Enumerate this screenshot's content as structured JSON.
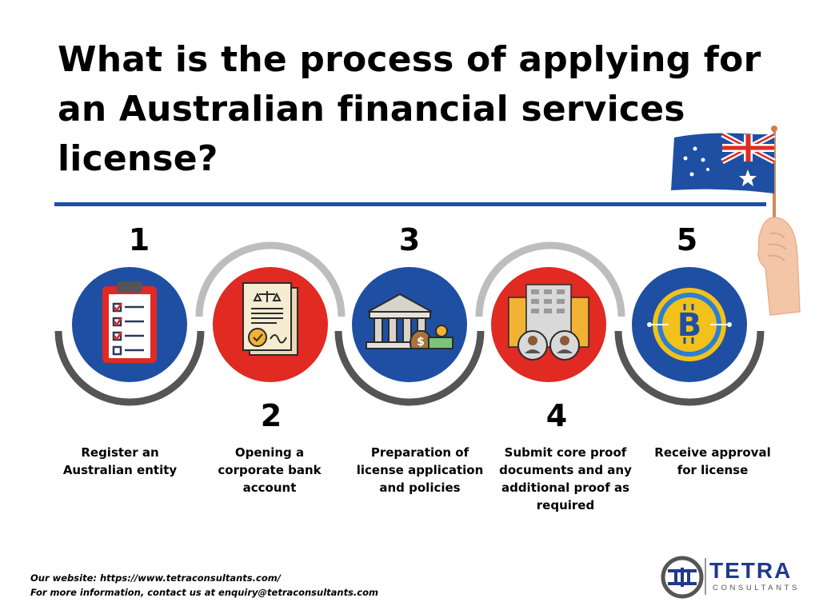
{
  "title": "What is the process of applying for an Australian financial services license?",
  "colors": {
    "blue": "#1f4fa3",
    "red": "#e02a22",
    "ring": "#555555",
    "ring_light": "#bdbdbd"
  },
  "steps": [
    {
      "number": "1",
      "text": "Register an Australian entity",
      "icon": "clipboard-checklist-icon",
      "circle_color": "#1f4fa3"
    },
    {
      "number": "2",
      "text": "Opening a corporate bank account",
      "icon": "legal-document-icon",
      "circle_color": "#e02a22"
    },
    {
      "number": "3",
      "text": "Preparation of license application and policies",
      "icon": "bank-money-icon",
      "circle_color": "#1f4fa3"
    },
    {
      "number": "4",
      "text": "Submit core proof documents and any additional proof as required",
      "icon": "office-people-icon",
      "circle_color": "#e02a22"
    },
    {
      "number": "5",
      "text": "Receive approval for license",
      "icon": "bitcoin-coin-icon",
      "circle_color": "#1f4fa3"
    }
  ],
  "footer": {
    "website": "Our website: https://www.tetraconsultants.com/",
    "contact": "For more information, contact us at enquiry@tetraconsultants.com"
  },
  "logo": {
    "name": "TETRA",
    "subtitle": "CONSULTANTS"
  },
  "decoration": {
    "flag_icon": "australian-flag-icon",
    "hand_icon": "hand-holding-flag-icon"
  }
}
